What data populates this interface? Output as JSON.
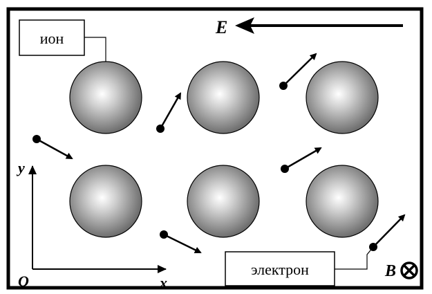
{
  "labels": {
    "ion": "ион",
    "electron": "электрон",
    "field_e": "E",
    "field_b": "B",
    "origin": "O",
    "axis_x": "x",
    "axis_y": "y"
  },
  "colors": {
    "frame": "#000000",
    "ion_edge": "#7a7a7a",
    "ion_center": "#ffffff",
    "electron": "#000000"
  },
  "icons": {
    "b_field": "cross-in-circle-icon",
    "e_field": "arrow-left-icon"
  }
}
